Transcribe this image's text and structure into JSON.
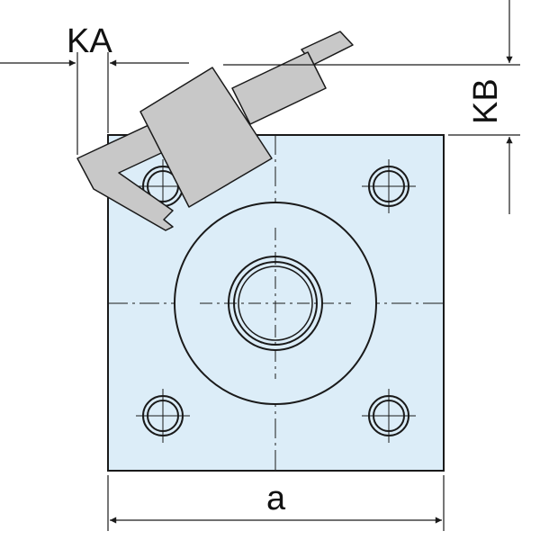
{
  "labels": {
    "ka": "KA",
    "kb": "KB",
    "a": "a"
  },
  "colors": {
    "plate_fill": "#dcedf8",
    "clamp_fill": "#c8c8c8",
    "outline": "#1a1a1a",
    "dim_line": "#1a1a1a"
  }
}
